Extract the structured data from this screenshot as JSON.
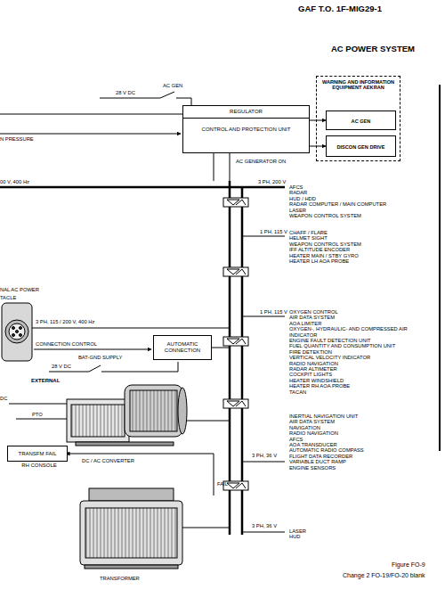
{
  "diagram": {
    "title": "AC POWER SYSTEM",
    "nodes": [
      {
        "text": [
          "REGULATOR",
          "CONTROL AND PROTECTION UNIT"
        ]
      },
      {
        "text": [
          "WARNING AND INFORMATION EQUIPMENT AEKRAN"
        ]
      },
      {
        "text": [
          "AC GEN"
        ],
        "in": 1
      },
      {
        "text": [
          "DISCON GEN DRIVE"
        ],
        "in": 1
      },
      {
        "text": [
          "AUTOMATIC CONNECTION"
        ]
      },
      {
        "text": [
          "TRANSFM FAIL",
          "RH CONSOLE"
        ]
      }
    ],
    "edges": [
      {
        "from": 0,
        "to": 2,
        "arrow": "to"
      },
      {
        "from": 0,
        "to": 3,
        "arrow": "to"
      }
    ],
    "labels": [
      "GAF T.O. 1F-MIG29-1",
      "28 V DC",
      "AC GEN",
      "N PRESSURE",
      "AC GENERATOR ON",
      "00 V, 400 Hz",
      "3 PH, 200 V",
      "AFCS",
      "RADAR",
      "HUD / HDD",
      "RADAR COMPUTER / MAIN COMPUTER",
      "LASER",
      "WEAPON CONTROL SYSTEM",
      "1 PH, 115 V",
      "CHAFF / FLARE",
      "HELMET SIGHT",
      "WEAPON CONTROL SYSTEM",
      "IFF ALTITUDE ENCODER",
      "HEATER MAIN / STBY GYRO",
      "HEATER LH AOA PROBE",
      "NAL AC POWER",
      "TACLE",
      "1 PH, 115 V",
      "OXYGEN CONTROL",
      "AIR DATA SYSTEM",
      "AOA LIMITER",
      "OXYGEN-, HYDRAULIC- AND COMPRESSED AIR INDICATOR",
      "ENGINE FAULT DETECTION UNIT",
      "FUEL QUANTITY AND CONSUMPTION UNIT",
      "FIRE DETEKTION",
      "VERTICAL VELOCITY INDICATOR",
      "RADIO NAVIGATION",
      "RADAR ALTIMETER",
      "COCKPIT LIGHTS",
      "HEATER WINDSHIELD",
      "HEATER RH AOA PROBE",
      "TACAN",
      "3 PH, 115 / 200 V, 400 Hz",
      "CONNECTION CONTROL",
      "BAT-GND SUPPLY",
      "28 V DC",
      "EXTERNAL",
      "DC",
      "PTO",
      "DC / AC CONVERTER",
      "FAIL",
      "3 PH, 36 V",
      "INERTIAL NAVIGATION UNIT",
      "AIR DATA SYSTEM",
      "NAVIGATION",
      "RADIO NAVIGATION",
      "AFCS",
      "AOA TRANSDUCER",
      "AUTOMATIC RADIO COMPASS",
      "FLIGHT DATA RECORDER",
      "VARIABLE DUCT RAMP",
      "ENGINE SENSORS",
      "3 PH, 36 V",
      "LASER",
      "HUD",
      "TRANSFORMER",
      "Figure FO-9",
      "Change 2 FO-19/FO-20 blank"
    ]
  }
}
